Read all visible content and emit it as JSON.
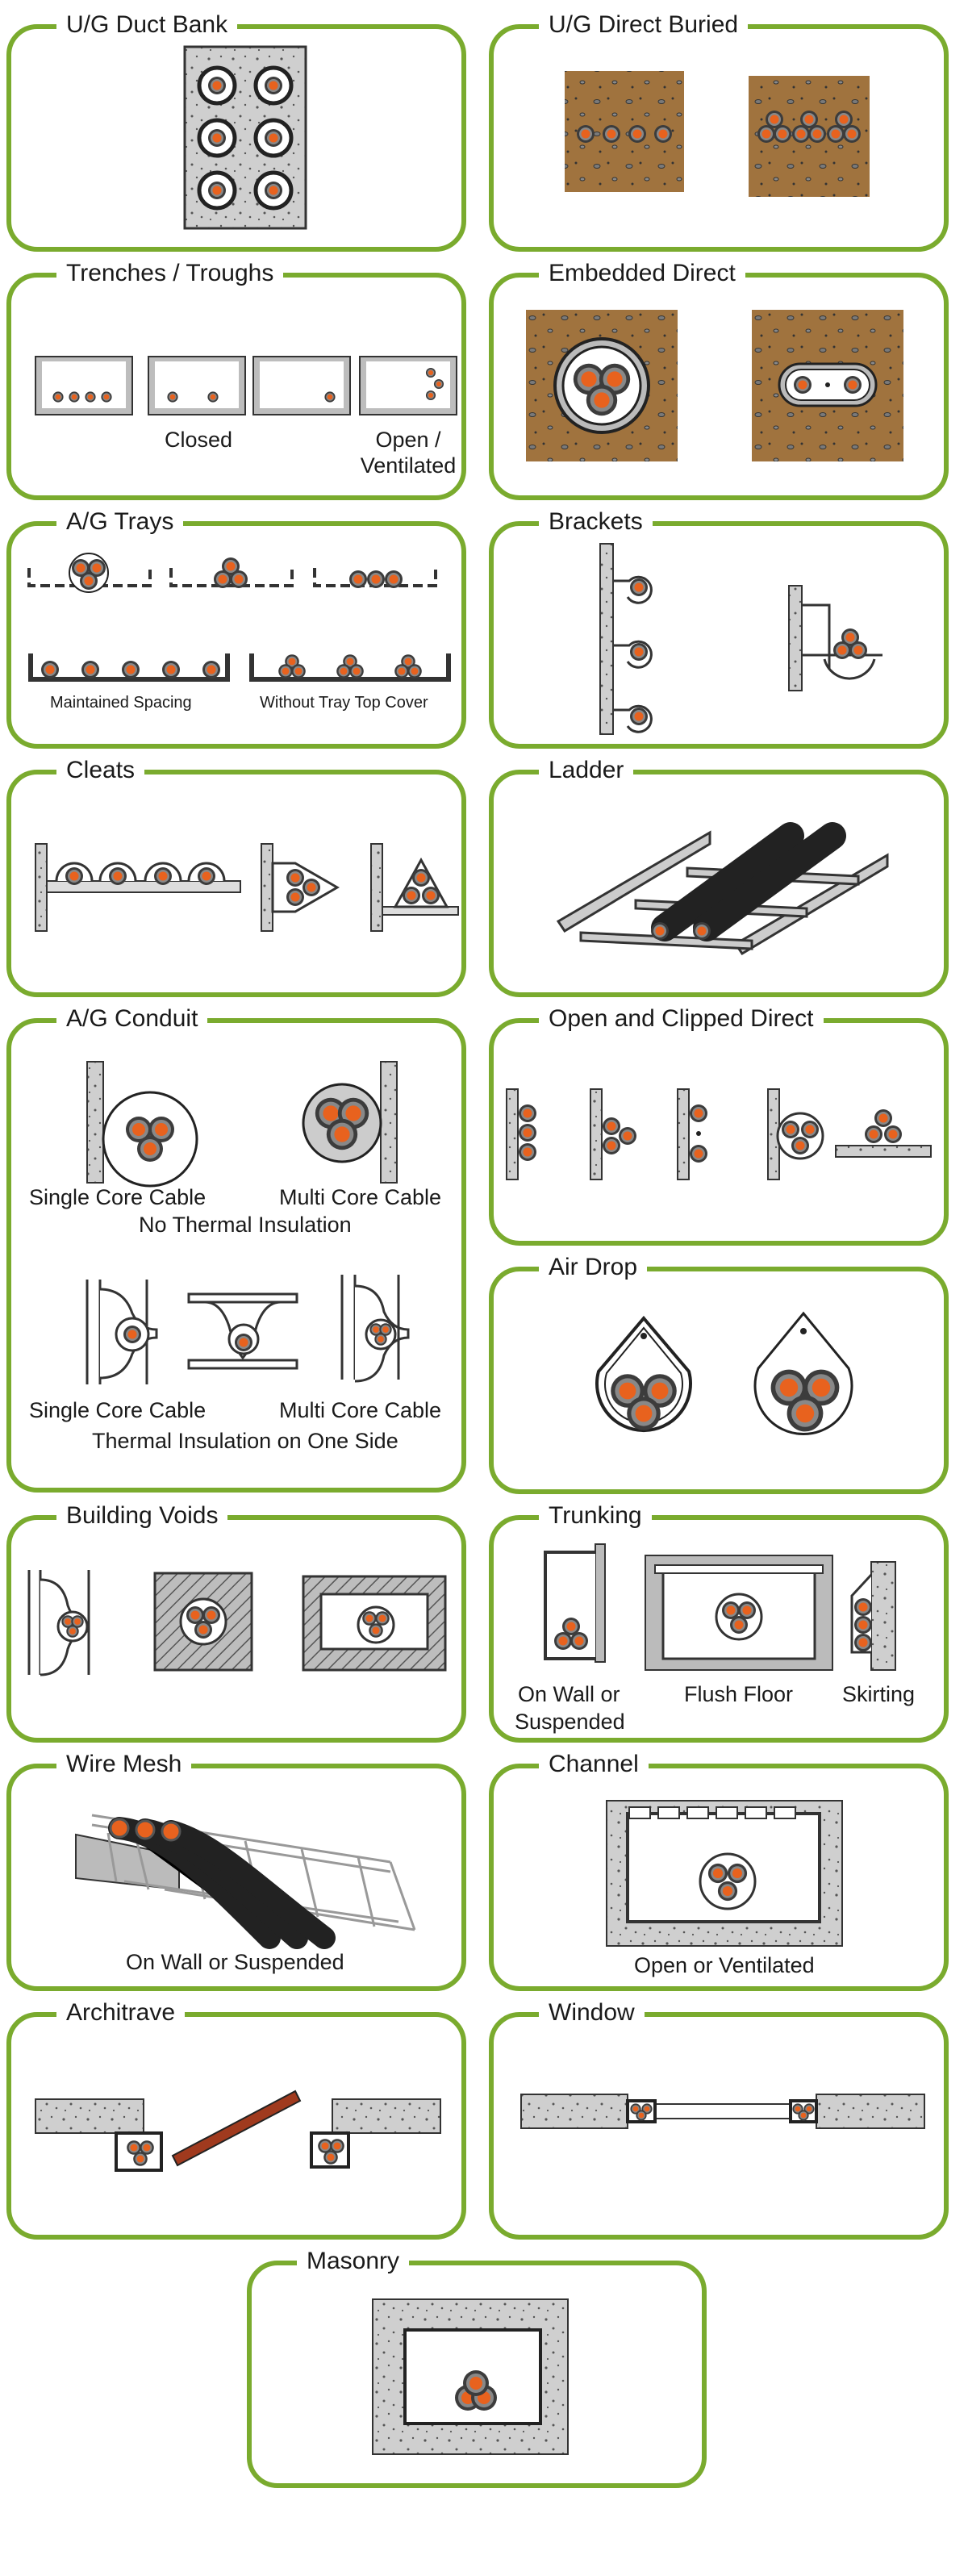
{
  "colors": {
    "border": "#7aab2e",
    "cable_core": "#e8621e",
    "soil": "#a0733e",
    "concrete": "#c8c8c8",
    "dark": "#3c3c3c"
  },
  "panels": {
    "ug_duct_bank": {
      "title": "U/G Duct Bank"
    },
    "ug_direct_buried": {
      "title": "U/G Direct Buried"
    },
    "trenches": {
      "title": "Trenches / Troughs",
      "captions": [
        "Closed",
        "Open / Ventilated"
      ]
    },
    "embedded_direct": {
      "title": "Embedded Direct"
    },
    "ag_trays": {
      "title": "A/G Trays",
      "captions": [
        "Maintained Spacing",
        "Without Tray Top Cover"
      ]
    },
    "brackets": {
      "title": "Brackets"
    },
    "cleats": {
      "title": "Cleats"
    },
    "ladder": {
      "title": "Ladder"
    },
    "ag_conduit": {
      "title": "A/G Conduit",
      "captions": [
        "Single Core Cable",
        "Multi Core Cable",
        "No Thermal Insulation",
        "Single Core Cable",
        "Multi Core Cable",
        "Thermal Insulation on One Side"
      ]
    },
    "open_clipped": {
      "title": "Open and Clipped Direct"
    },
    "air_drop": {
      "title": "Air Drop"
    },
    "building_voids": {
      "title": "Building Voids"
    },
    "trunking": {
      "title": "Trunking",
      "captions": [
        "On Wall or",
        "Suspended",
        "Flush Floor",
        "Skirting"
      ]
    },
    "wire_mesh": {
      "title": "Wire Mesh",
      "captions": [
        "On Wall or Suspended"
      ]
    },
    "channel": {
      "title": "Channel",
      "captions": [
        "Open or Ventilated"
      ]
    },
    "architrave": {
      "title": "Architrave"
    },
    "window": {
      "title": "Window"
    },
    "masonry": {
      "title": "Masonry"
    }
  }
}
